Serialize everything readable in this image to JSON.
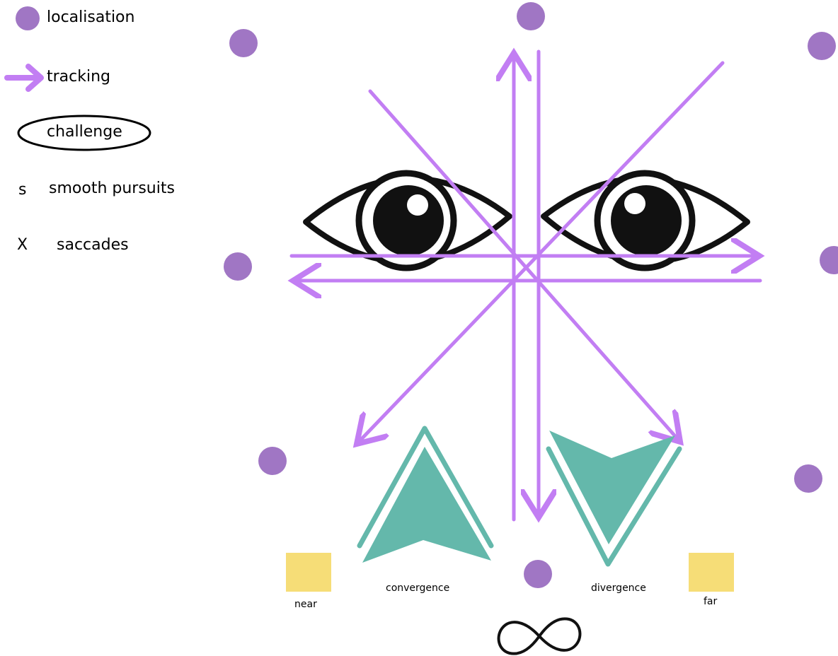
{
  "legend": {
    "localisation": "localisation",
    "tracking": "tracking",
    "challenge": "challenge",
    "smooth_symbol": "s",
    "smooth_label": "smooth pursuits",
    "saccade_symbol": "X",
    "saccade_label": "saccades"
  },
  "labels": {
    "near": "near",
    "far": "far",
    "convergence": "convergence",
    "divergence": "divergence"
  },
  "colors": {
    "dot": "#a076c4",
    "arrow": "#c27ef3",
    "teal": "#64b8ab",
    "square": "#f6dd77",
    "ink": "#111111"
  },
  "icons": [
    "eye-icon",
    "infinity-icon",
    "arrow-icon"
  ]
}
